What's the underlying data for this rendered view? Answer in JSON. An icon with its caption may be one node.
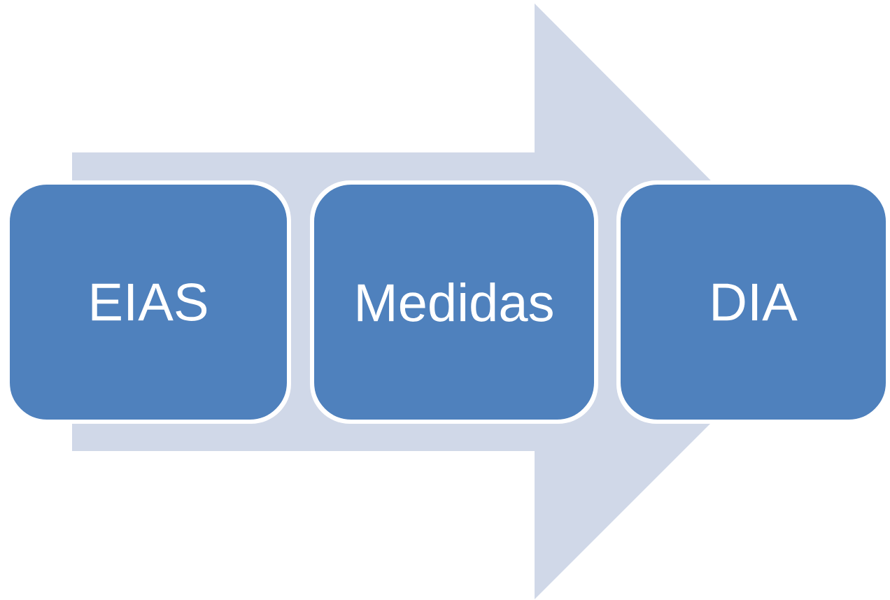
{
  "diagram": {
    "nodes": [
      {
        "text": [
          "EIAS"
        ]
      },
      {
        "text": [
          "Medidas"
        ]
      },
      {
        "text": [
          "DIA"
        ]
      }
    ],
    "edges": [
      {
        "from": 0,
        "to": 2,
        "arrow": "to"
      }
    ]
  }
}
